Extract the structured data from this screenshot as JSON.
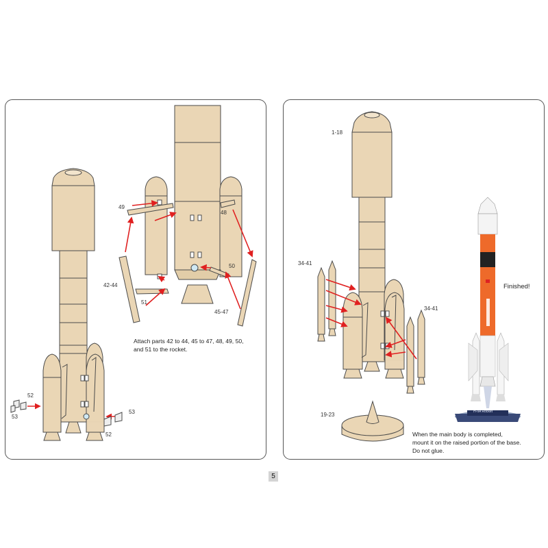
{
  "left_panel": {
    "labels": {
      "l49": "49",
      "l48": "48",
      "l42_44": "42-44",
      "l51": "51",
      "l50": "50",
      "l45_47": "45-47",
      "l52a": "52",
      "l53a": "53",
      "l52b": "52",
      "l53b": "53"
    },
    "instruction": [
      "Attach parts 42 to 44, 45 to 47, 48, 49, 50,",
      "and 51 to the rocket."
    ]
  },
  "right_panel": {
    "labels": {
      "l1_18": "1-18",
      "l34_41a": "34-41",
      "l34_41b": "34-41",
      "l19_23": "19-23"
    },
    "finished": "Finished!",
    "photo_caption": "H-IIA Rocket",
    "note": [
      "When the main body is completed,",
      "mount it on the raised portion of the base.",
      "Do not glue."
    ]
  },
  "page_number": "5",
  "colors": {
    "rocket_body": "#ead6b5",
    "outline": "#4a4a4a",
    "arrow": "#e02020",
    "model_orange": "#ee6a2a",
    "model_black": "#222222",
    "model_white": "#f4f4f4",
    "panel_border": "#555555"
  }
}
